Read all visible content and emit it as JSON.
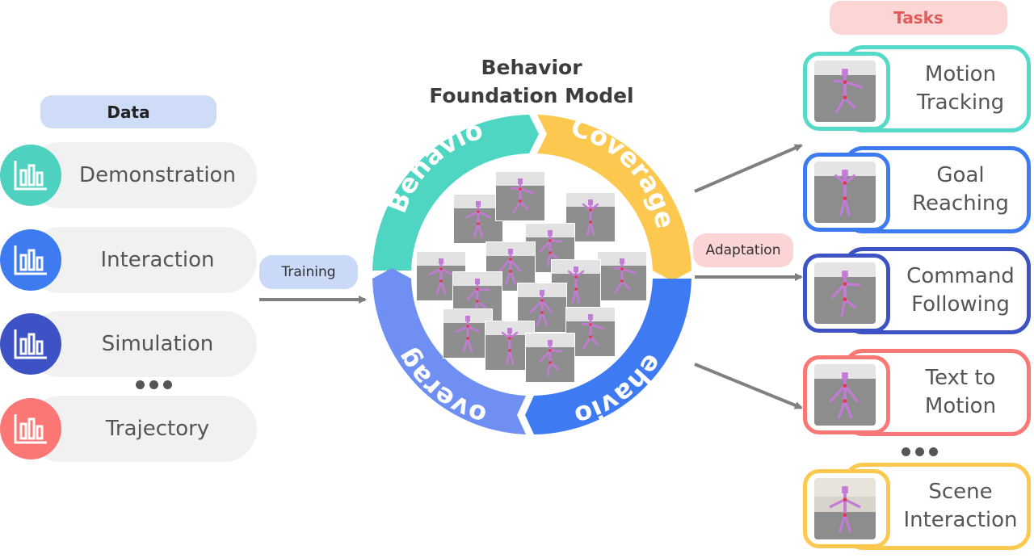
{
  "data_section": {
    "header": "Data",
    "items": [
      {
        "label": "Demonstration",
        "color": "#4fd1c0",
        "icon": "bar-chart-icon"
      },
      {
        "label": "Interaction",
        "color": "#3e7bf0",
        "icon": "bar-chart-icon"
      },
      {
        "label": "Simulation",
        "color": "#3d52c4",
        "icon": "bar-chart-icon"
      },
      {
        "label": "Trajectory",
        "color": "#fb7775",
        "icon": "bar-chart-icon"
      }
    ]
  },
  "training_label": "Training",
  "model": {
    "title_line1": "Behavior",
    "title_line2": "Foundation Model",
    "ring_segments": [
      {
        "text": "Behavior",
        "color": "#4fd6c2"
      },
      {
        "text": "Coverage",
        "color": "#fdc84f"
      },
      {
        "text": "Behavior",
        "color": "#3e7bf3"
      },
      {
        "text": "Coverage",
        "color": "#6f8ff3"
      }
    ]
  },
  "adaptation_label": "Adaptation",
  "tasks_section": {
    "header": "Tasks",
    "items": [
      {
        "line1": "Motion",
        "line2": "Tracking",
        "color": "#55d9c8"
      },
      {
        "line1": "Goal",
        "line2": "Reaching",
        "color": "#3e7bf0"
      },
      {
        "line1": "Command",
        "line2": "Following",
        "color": "#3d52c4"
      },
      {
        "line1": "Text to",
        "line2": "Motion",
        "color": "#fb7775"
      },
      {
        "line1": "Scene",
        "line2": "Interaction",
        "color": "#fdc84f"
      }
    ]
  },
  "colors": {
    "arrow": "#808080",
    "figure": "#c47bd8",
    "figure_joint": "#e6334a"
  }
}
